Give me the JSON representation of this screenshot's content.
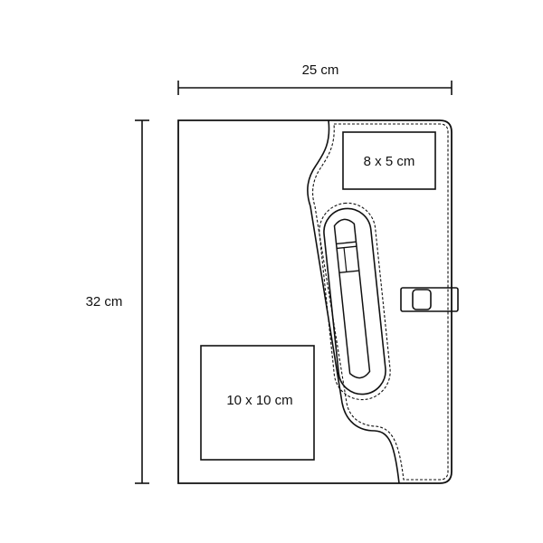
{
  "dimensions": {
    "width_label": "25 cm",
    "height_label": "32 cm"
  },
  "panels": {
    "top_pocket_label": "8 x 5 cm",
    "bottom_pocket_label": "10 x 10 cm"
  },
  "colors": {
    "ink": "#111111",
    "background": "#ffffff"
  }
}
